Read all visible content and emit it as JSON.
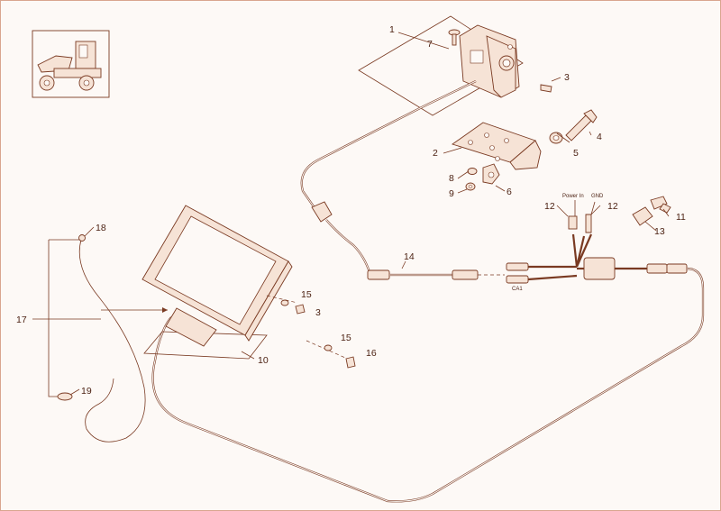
{
  "callouts": {
    "c1": "1",
    "c2": "2",
    "c3a": "3",
    "c3b": "3",
    "c4": "4",
    "c5": "5",
    "c6": "6",
    "c7": "7",
    "c8": "8",
    "c9": "9",
    "c10": "10",
    "c11": "11",
    "c12a": "12",
    "c12b": "12",
    "c13": "13",
    "c14": "14",
    "c15a": "15",
    "c15b": "15",
    "c16": "16",
    "c17": "17",
    "c18": "18",
    "c19": "19"
  },
  "wire_labels": {
    "power_in": "Power In",
    "gnd": "GND",
    "ca1": "CA1"
  },
  "colors": {
    "line": "#7a3a22",
    "part_fill": "#f6e3d6",
    "text": "#4a1f10",
    "border": "#d9a58f"
  },
  "icons": [
    "dumper-vehicle-icon",
    "camera-icon",
    "monitor-icon"
  ]
}
